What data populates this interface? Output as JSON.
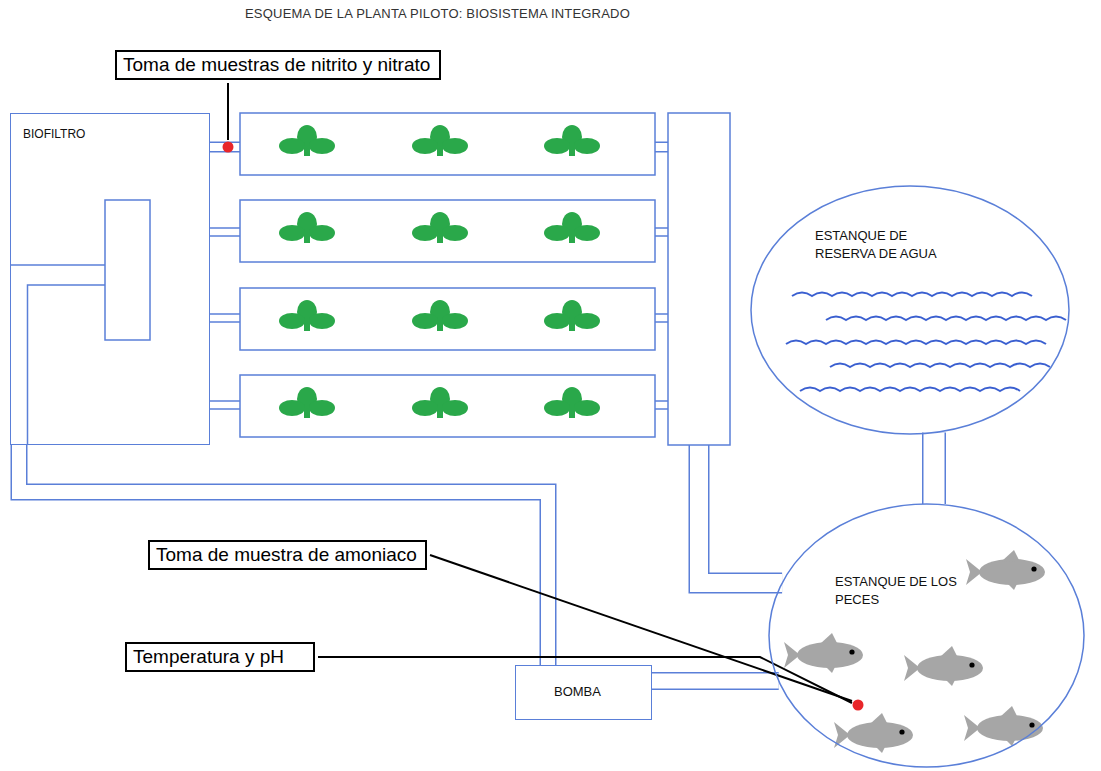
{
  "diagram": {
    "title": "ESQUEMA DE LA PLANTA PILOTO: BIOSISTEMA INTEGRADO",
    "nodes": [
      {
        "text": [
          "Toma de muestras de nitrito y nitrato"
        ]
      },
      {
        "text": [
          "BIOFILTRO"
        ]
      },
      {
        "text": [
          "ESTANQUE DE RESERVA DE AGUA"
        ]
      },
      {
        "text": [
          "Toma de muestra de amoniaco"
        ]
      },
      {
        "text": [
          "ESTANQUE DE LOS PECES"
        ]
      },
      {
        "text": [
          "Temperatura y pH"
        ]
      },
      {
        "text": [
          "BOMBA"
        ]
      }
    ],
    "edges": [
      {
        "from": 1,
        "to": 4,
        "arrow": "none"
      },
      {
        "from": 2,
        "to": 4,
        "arrow": "none"
      },
      {
        "from": 4,
        "to": 6,
        "arrow": "none"
      },
      {
        "from": 6,
        "to": 1,
        "arrow": "none"
      }
    ]
  }
}
